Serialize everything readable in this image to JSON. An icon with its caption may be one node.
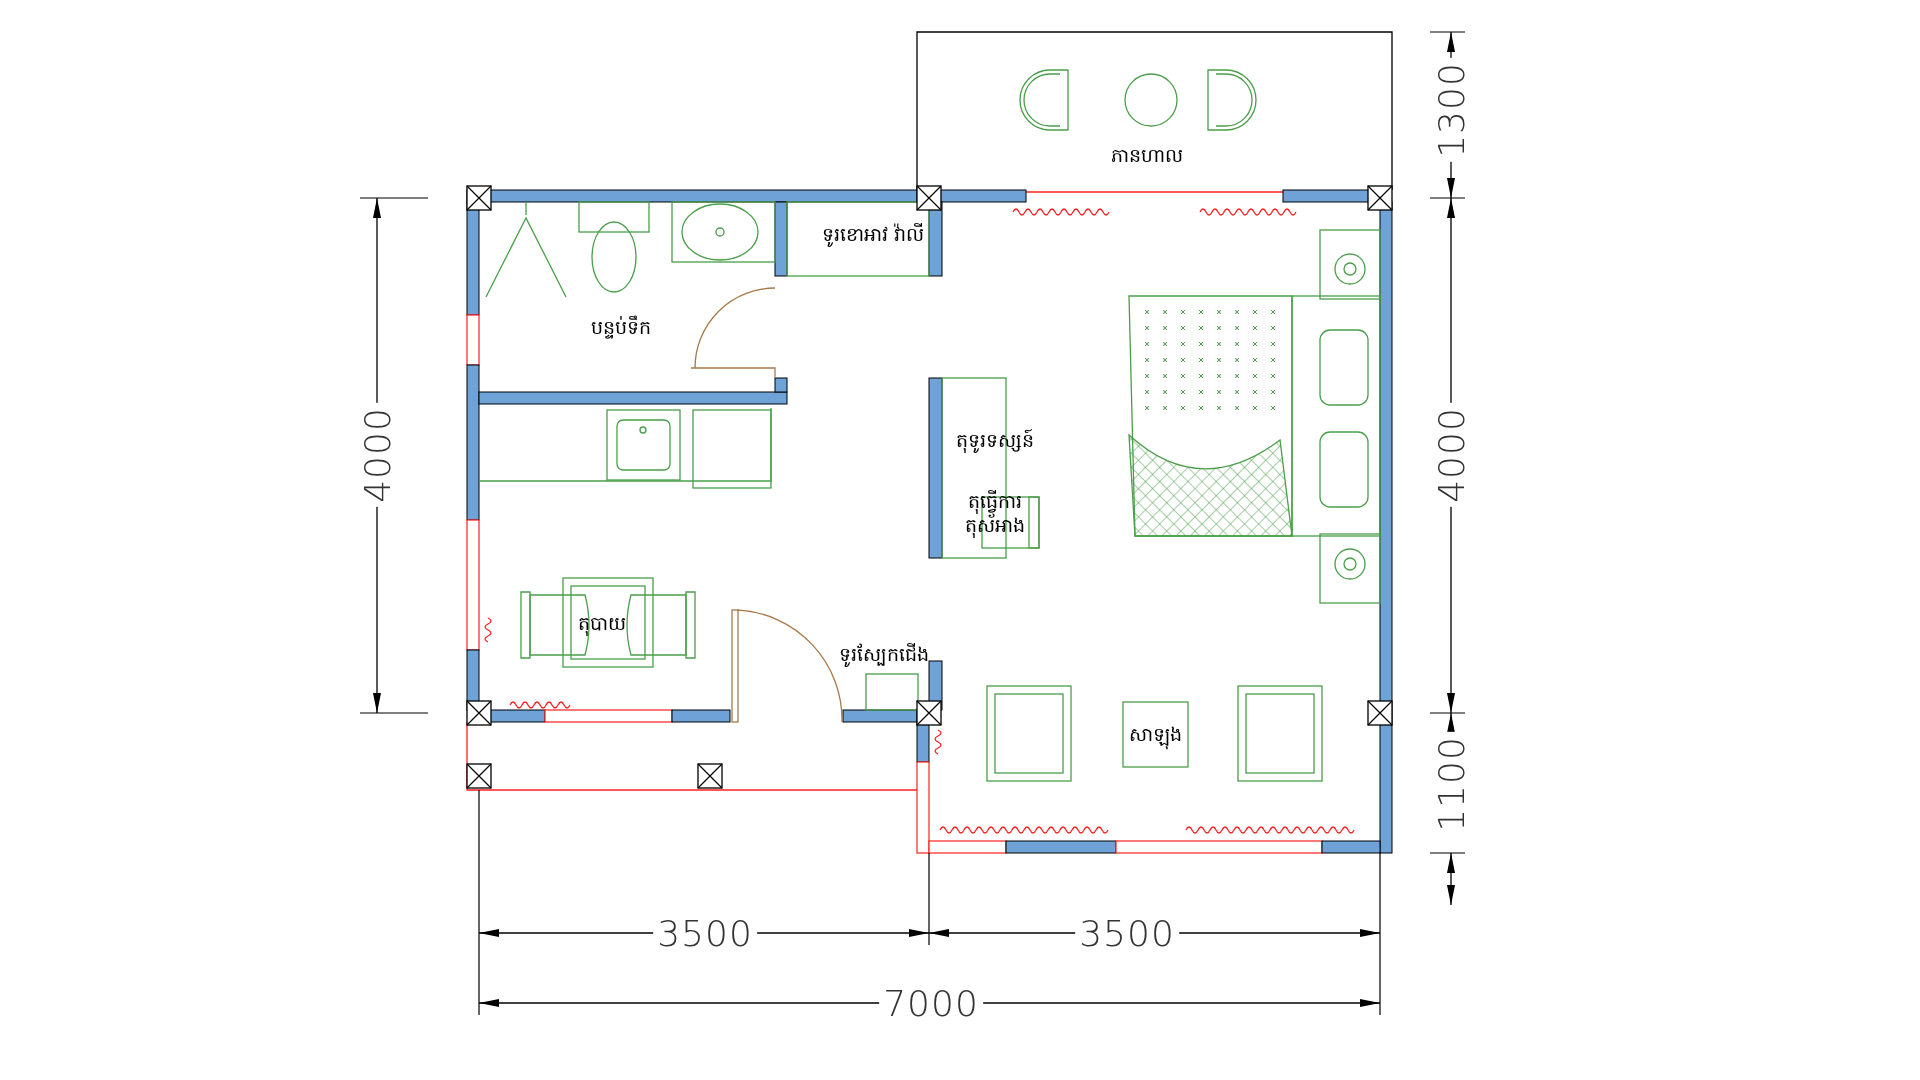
{
  "diagram": {
    "labels": [
      "1300",
      "ភានហាល",
      "ទូរខោអាវ វ៉ាលី",
      "បន្ទប់ទឹក",
      "តុទូរទស្សន៍",
      "4000",
      "4000",
      "តុធ្វើការ តុស័អាង",
      "តុបាយ",
      "ទូរស្បែកជើង",
      "សាឡុង",
      "1100",
      "3500",
      "3500",
      "7000"
    ]
  }
}
